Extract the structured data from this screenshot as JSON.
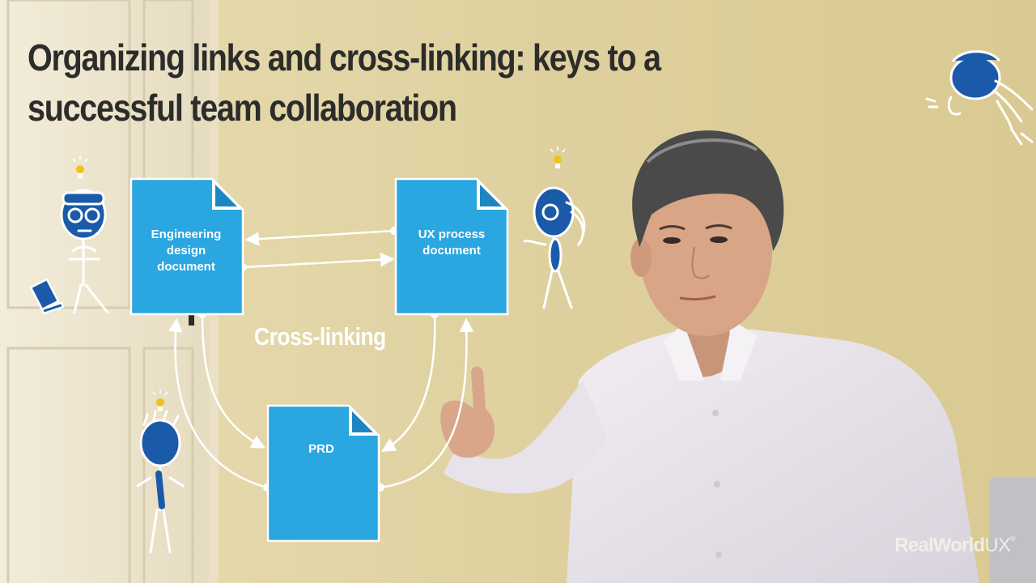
{
  "slide": {
    "title": "Organizing links and cross-linking: keys to a successful team collaboration"
  },
  "diagram": {
    "documents": [
      {
        "id": "eng",
        "label": "Engineering design document"
      },
      {
        "id": "ux",
        "label": "UX process document"
      },
      {
        "id": "prd",
        "label": "PRD"
      }
    ],
    "center_label": "Cross-linking",
    "links": [
      {
        "from": "ux",
        "to": "eng"
      },
      {
        "from": "eng",
        "to": "ux"
      },
      {
        "from": "eng",
        "to": "prd"
      },
      {
        "from": "prd",
        "to": "eng"
      },
      {
        "from": "ux",
        "to": "prd"
      },
      {
        "from": "prd",
        "to": "ux"
      }
    ]
  },
  "branding": {
    "name_part1": "RealWorld",
    "name_part2": "UX",
    "mark": "®"
  },
  "icons": [
    "lightbulb-icon",
    "engineer-character-icon",
    "laptop-icon",
    "designer-character-icon",
    "pm-character-icon",
    "flying-character-icon"
  ],
  "colors": {
    "document_fill": "#2aa6e0",
    "character_blue": "#1a5aa8",
    "lightbulb": "#f3c21a",
    "title_text": "#2c2c2a",
    "wall": "#ded0a0"
  }
}
